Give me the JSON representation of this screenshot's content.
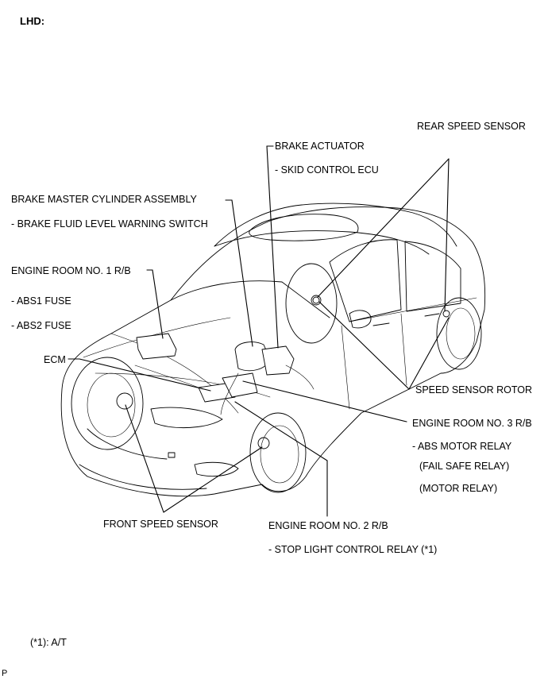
{
  "header": {
    "title": "LHD:"
  },
  "labels": {
    "rear_speed_sensor": "REAR SPEED SENSOR",
    "brake_actuator": "BRAKE ACTUATOR",
    "skid_control_ecu": "-  SKID CONTROL ECU",
    "brake_master_cylinder": "BRAKE MASTER CYLINDER ASSEMBLY",
    "brake_fluid_switch": "- BRAKE FLUID LEVEL WARNING SWITCH",
    "engine_room_1": "ENGINE ROOM NO. 1 R/B",
    "abs1_fuse": "- ABS1 FUSE",
    "abs2_fuse": "- ABS2 FUSE",
    "ecm": "ECM",
    "speed_sensor_rotor": "SPEED SENSOR ROTOR",
    "engine_room_3": "ENGINE ROOM NO. 3 R/B",
    "abs_motor_relay": "-  ABS MOTOR RELAY",
    "fail_safe_relay": "(FAIL SAFE RELAY)",
    "motor_relay": "(MOTOR RELAY)",
    "front_speed_sensor": "FRONT SPEED SENSOR",
    "engine_room_2": "ENGINE ROOM NO. 2 R/B",
    "stop_light_relay": "- STOP LIGHT CONTROL RELAY   (*1)"
  },
  "footnote": "(*1): A/T",
  "corner_mark": "P"
}
